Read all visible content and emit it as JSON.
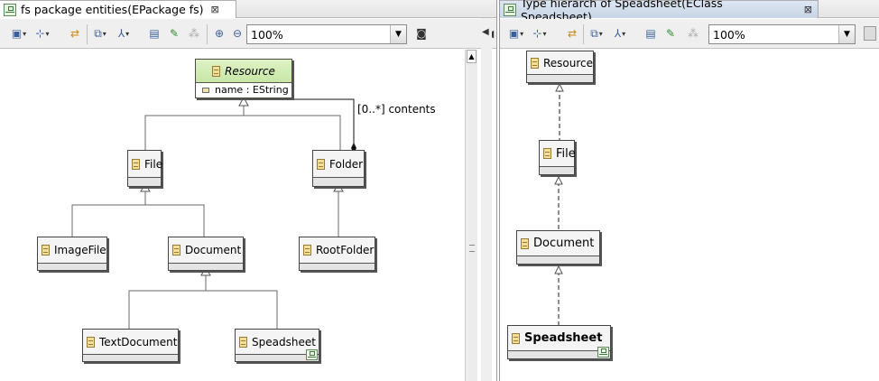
{
  "left_editor": {
    "tab_title": "fs package entities(EPackage fs)",
    "tab_close": "⊠",
    "zoom": "100%",
    "classes": {
      "resource": {
        "name": "Resource",
        "attribute": "name : EString"
      },
      "file": {
        "name": "File"
      },
      "folder": {
        "name": "Folder"
      },
      "imagefile": {
        "name": "ImageFile"
      },
      "document": {
        "name": "Document"
      },
      "rootfolder": {
        "name": "RootFolder"
      },
      "textdocument": {
        "name": "TextDocument"
      },
      "speadsheet": {
        "name": "Speadsheet"
      }
    },
    "association_label": "[0..*] contents"
  },
  "right_editor": {
    "tab_title": "Type hierarch of Speadsheet(EClass Speadsheet)",
    "tab_close": "⊠",
    "zoom": "100%",
    "classes": {
      "resource": {
        "name": "Resource"
      },
      "file": {
        "name": "File"
      },
      "document": {
        "name": "Document"
      },
      "speadsheet": {
        "name": "Speadsheet"
      }
    }
  },
  "icons": [
    "layout-icon",
    "filter-icon",
    "refresh-icon",
    "hierarchy-icon",
    "zoom-in-icon",
    "zoom-out-icon",
    "camera-icon",
    "class-icon",
    "diagram-icon"
  ],
  "colors": {
    "abstract_header": "#c8e6a6",
    "class_icon": "#f2df9a",
    "tab_active_right": "#c8d4e6"
  }
}
